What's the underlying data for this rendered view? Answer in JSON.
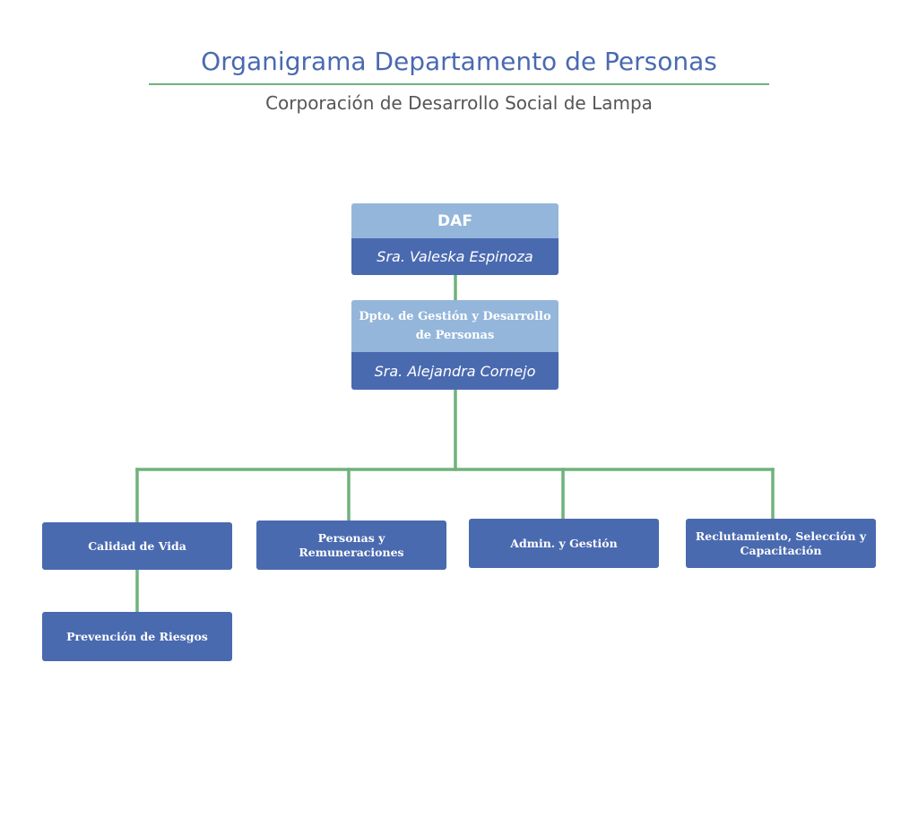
{
  "header": {
    "title": "Organigrama Departamento de Personas",
    "subtitle": "Corporación de Desarrollo Social de Lampa"
  },
  "org": {
    "daf": {
      "title": "DAF",
      "person": "Sra. Valeska Espinoza"
    },
    "dpto": {
      "title": "Dpto.  de Gestión y Desarrollo de Personas",
      "person": "Sra. Alejandra Cornejo"
    },
    "units": [
      "Calidad de Vida",
      "Personas y Remuneraciones",
      "Admin. y Gestión",
      "Reclutamiento, Selección y Capacitación"
    ],
    "sub_unit": "Prevención de Riesgos"
  },
  "colors": {
    "title_text": "#4a6ab0",
    "box_dark": "#4a6ab0",
    "box_light": "#94b6da",
    "connector": "#6fb27a",
    "subtitle_text": "#555555"
  }
}
